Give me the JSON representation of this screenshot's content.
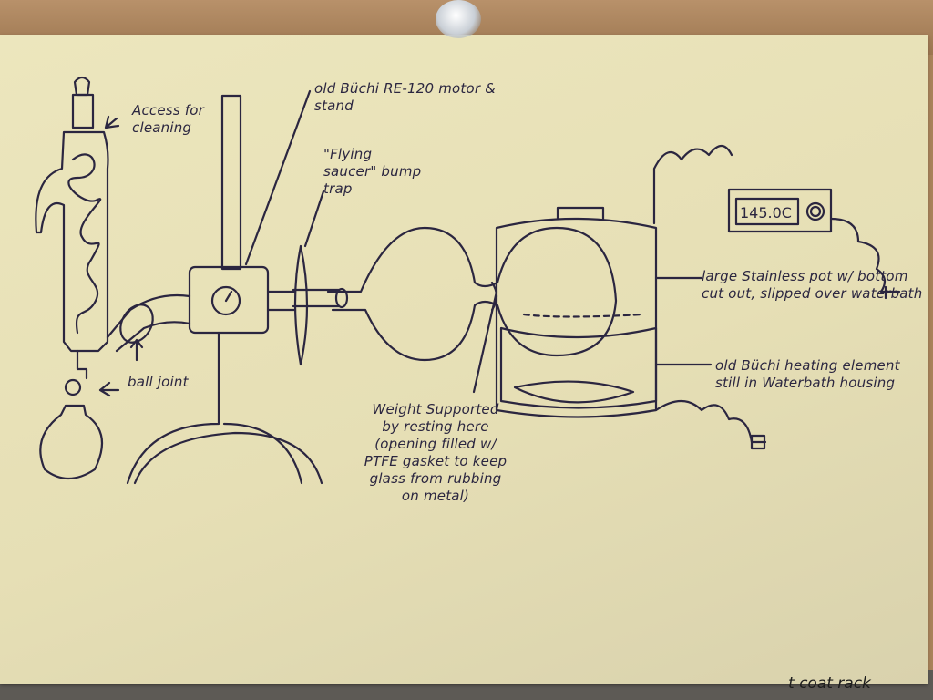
{
  "labels": {
    "access": "Access for cleaning",
    "motor": "old Büchi RE-120 motor & stand",
    "bump_trap": "\"Flying saucer\" bump trap",
    "ball_joint": "ball joint",
    "weight": "Weight Supported by resting here (opening filled w/ PTFE gasket to keep glass from rubbing on metal)",
    "pot": "large Stainless pot w/ bottom cut out, slipped over waterbath",
    "heating": "old Büchi heating element still in Waterbath housing"
  },
  "controller": {
    "display": "145.0C"
  },
  "background_note": "t coat rack",
  "colors": {
    "ink": "#2b2640",
    "paper": "#ece6bd",
    "wood": "#a9835a"
  }
}
